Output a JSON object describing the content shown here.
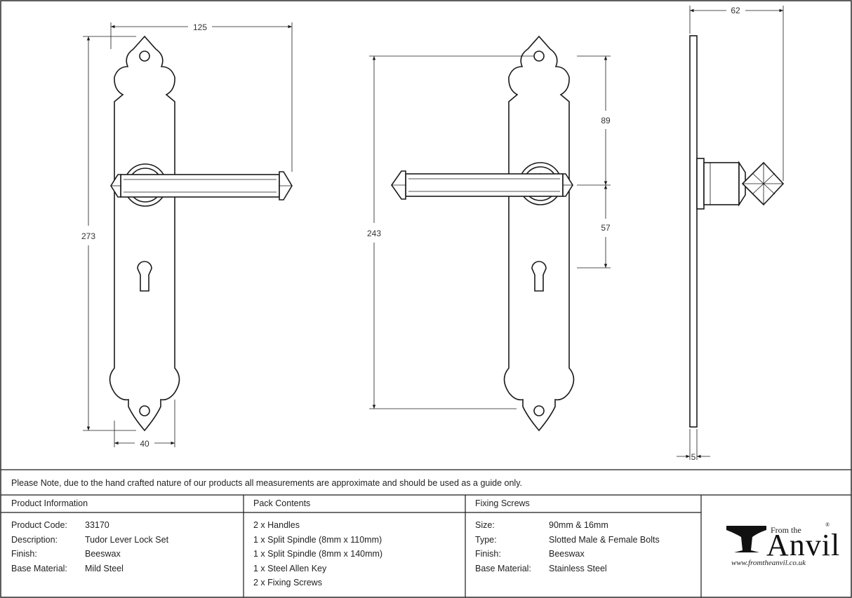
{
  "dimensions": {
    "front_width": "125",
    "front_height": "273",
    "front_base_width": "40",
    "inner_height": "243",
    "upper_to_lever": "89",
    "lever_to_key": "57",
    "side_projection": "62",
    "side_thickness": "5"
  },
  "note": "Please Note, due to the hand crafted nature of our products all measurements are approximate and should be used as a guide only.",
  "product_info": {
    "heading": "Product Information",
    "rows": [
      {
        "label": "Product Code:",
        "value": "33170"
      },
      {
        "label": "Description:",
        "value": "Tudor Lever Lock Set"
      },
      {
        "label": "Finish:",
        "value": "Beeswax"
      },
      {
        "label": "Base Material:",
        "value": "Mild Steel"
      }
    ]
  },
  "pack_contents": {
    "heading": "Pack Contents",
    "items": [
      "2 x Handles",
      "1 x Split Spindle (8mm x 110mm)",
      "1 x Split Spindle (8mm x 140mm)",
      "1 x Steel Allen Key",
      "2 x Fixing Screws"
    ]
  },
  "fixing_screws": {
    "heading": "Fixing Screws",
    "rows": [
      {
        "label": "Size:",
        "value": "90mm & 16mm"
      },
      {
        "label": "Type:",
        "value": "Slotted Male & Female Bolts"
      },
      {
        "label": "Finish:",
        "value": "Beeswax"
      },
      {
        "label": "Base Material:",
        "value": "Stainless Steel"
      }
    ]
  },
  "logo": {
    "from_the": "From the",
    "brand": "Anvil",
    "registered": "®",
    "url": "www.fromtheanvil.co.uk"
  }
}
